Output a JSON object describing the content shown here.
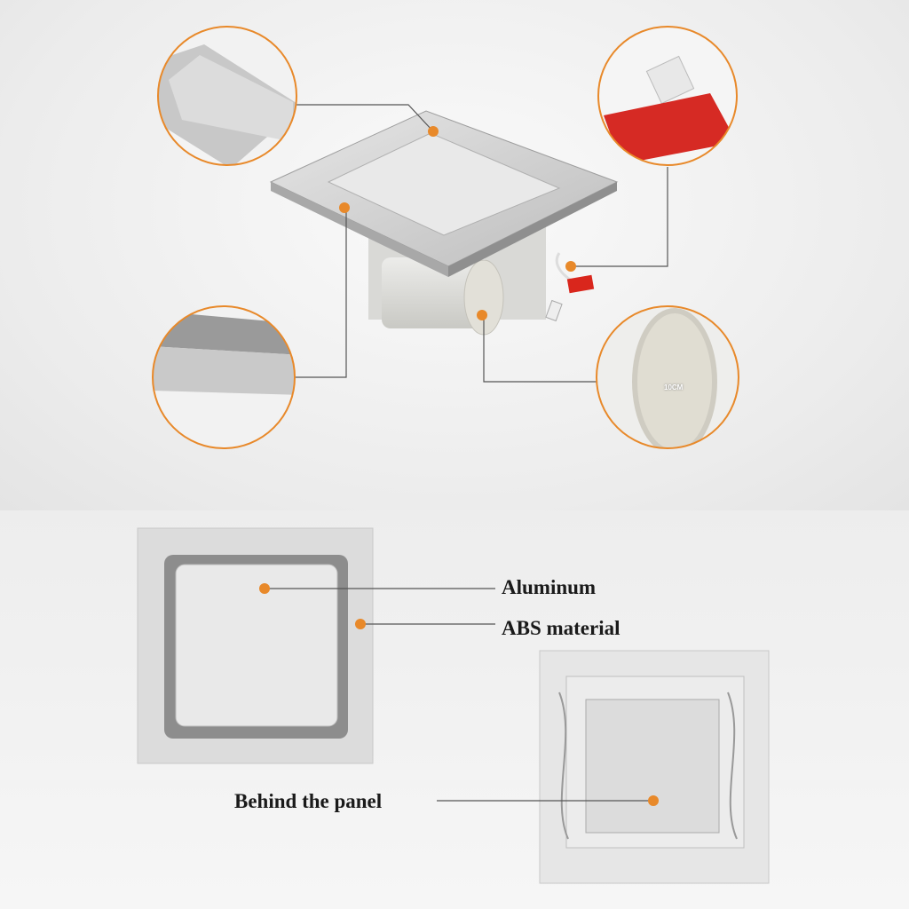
{
  "accent_color": "#e8892a",
  "callouts": {
    "duct_size": "10CM"
  },
  "labels": {
    "aluminum": "Aluminum",
    "abs": "ABS material",
    "behind": "Behind the panel"
  }
}
